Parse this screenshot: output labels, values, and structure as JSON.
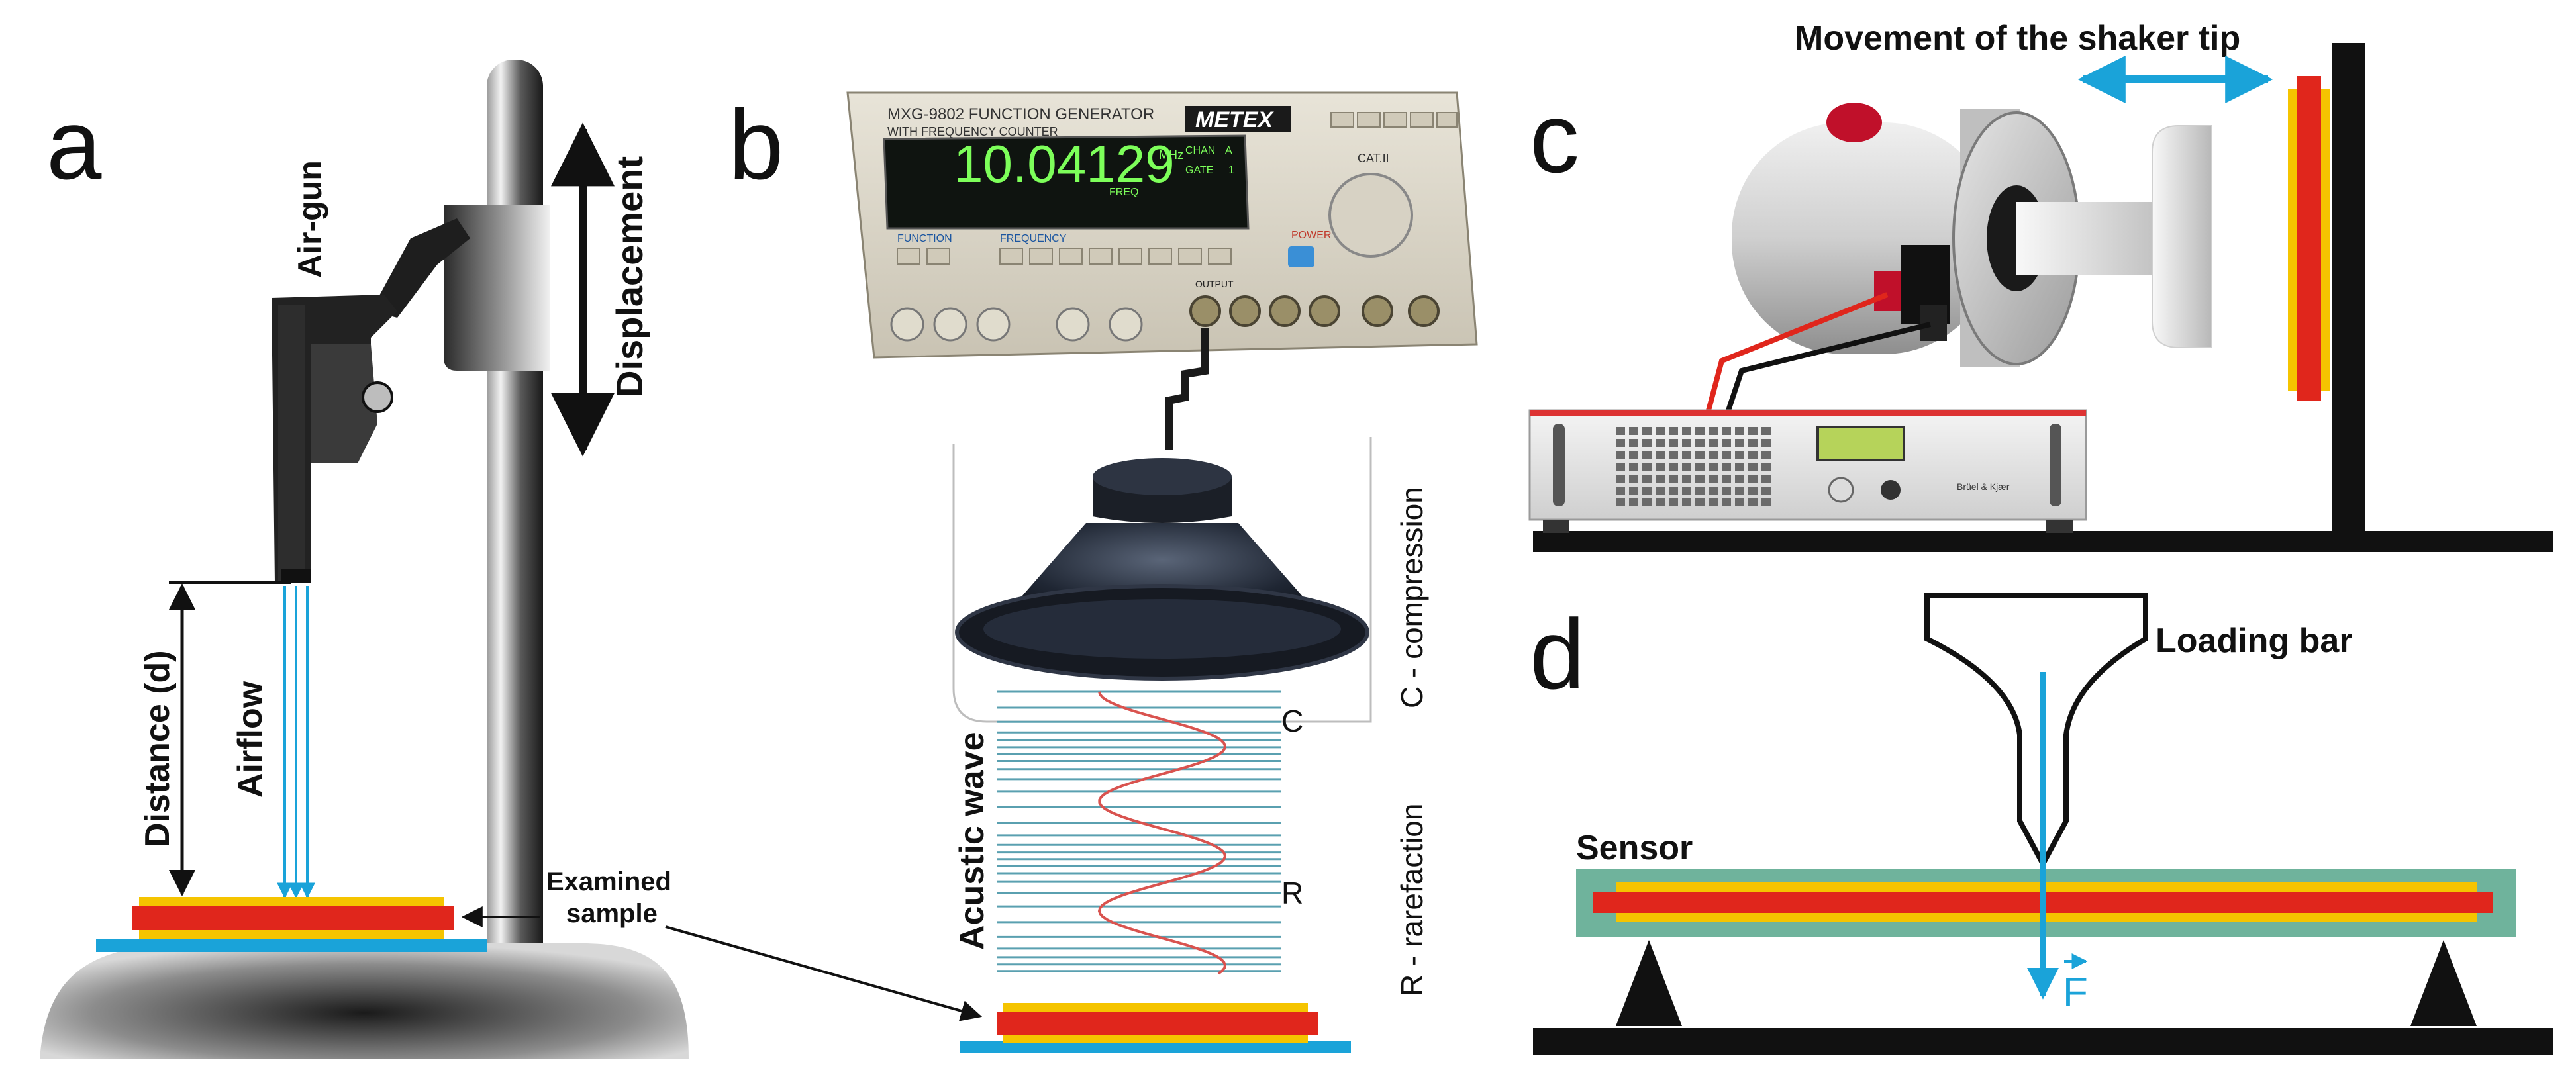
{
  "panels": {
    "a": {
      "letter": "a",
      "air_gun": "Air-gun",
      "displacement": "Displacement",
      "distance": "Distance (d)",
      "airflow": "Airflow",
      "examined_sample": [
        "Examined",
        "sample"
      ]
    },
    "b": {
      "letter": "b",
      "device_model": "MXG-9802 FUNCTION GENERATOR",
      "device_subtitle": "WITH FREQUENCY COUNTER",
      "brand": "METEX",
      "display_value": "10.04129",
      "display_unit": "MHz",
      "chan_label": "CHAN",
      "chan_value": "A",
      "gate_label": "GATE",
      "gate_value": "1",
      "freq_label": "FREQ",
      "function_label": "FUNCTION",
      "frequency_label": "FREQUENCY",
      "power_label": "POWER",
      "cat_label": "CAT.II",
      "output_label": "OUTPUT",
      "acoustic_wave": "Acustic wave",
      "compression_marker": "C",
      "rarefaction_marker": "R",
      "compression": "C - compression",
      "rarefaction": "R - rarefaction"
    },
    "c": {
      "letter": "c",
      "shaker_movement": "Movement of the shaker tip",
      "amplifier_brand": "Brüel & Kjær"
    },
    "d": {
      "letter": "d",
      "loading_bar": "Loading bar",
      "sensor": "Sensor",
      "force": "F"
    }
  },
  "colors": {
    "sample_yellow": "#f5c400",
    "sample_red": "#e0261c",
    "sample_blue": "#1aa3d9",
    "airflow_blue": "#1aa3d9",
    "sensor_teal": "#6fb39c",
    "display_green": "#7dff5a",
    "wave_red": "#d9534f",
    "wave_lines": "#5aa0b0"
  }
}
